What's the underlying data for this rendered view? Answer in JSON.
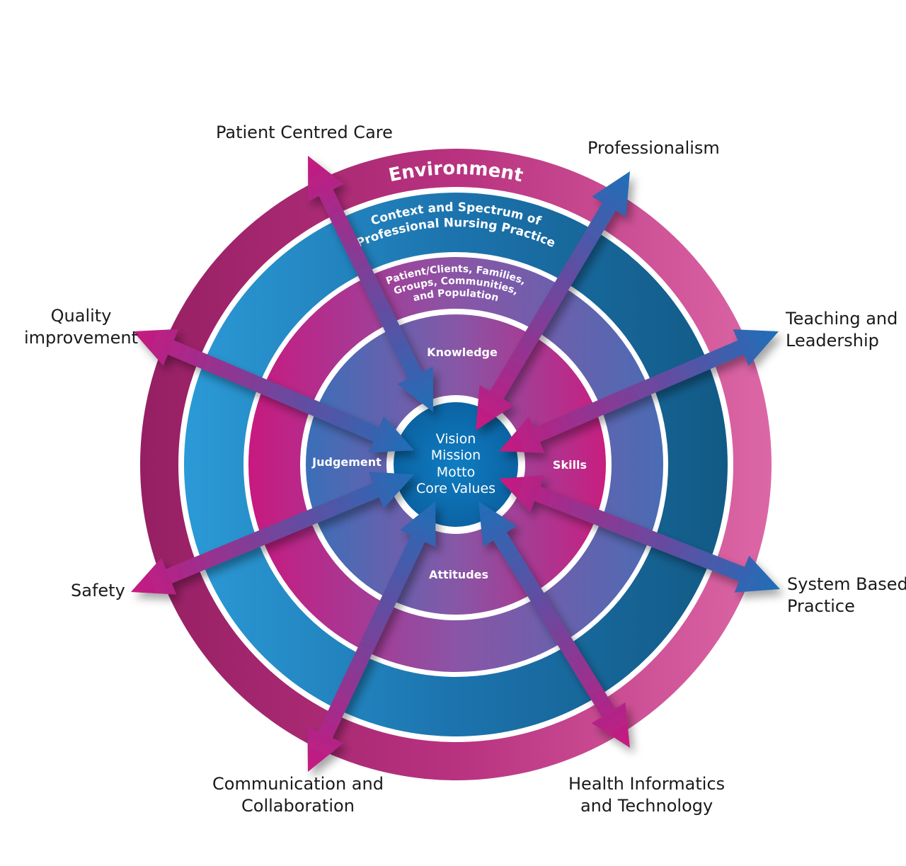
{
  "rings": {
    "environment": "Environment",
    "context_line1": "Context and Spectrum of",
    "context_line2": "Professional Nursing Practice",
    "patients_line1": "Patient/Clients, Families,",
    "patients_line2": "Groups, Communities,",
    "patients_line3": "and Population"
  },
  "inner": {
    "knowledge": "Knowledge",
    "judgement": "Judgement",
    "skills": "Skills",
    "attitudes": "Attitudes"
  },
  "center": [
    "Vision",
    "Mission",
    "Motto",
    "Core Values"
  ],
  "labels": {
    "patient_centred_care": "Patient Centred Care",
    "professionalism": "Professionalism",
    "teaching": "Teaching and\nLeadership",
    "system": "System Based\nPractice",
    "health_informatics": "Health Informatics\nand Technology",
    "communication": "Communication and\nCollaboration",
    "safety": "Safety",
    "quality": "Quality\nimprovement"
  },
  "colors": {
    "magenta": "#c8197f",
    "blue": "#1f6fb8",
    "pink": "#d862a3",
    "lightblue": "#2b9ad6",
    "darkblue": "#125a86"
  }
}
